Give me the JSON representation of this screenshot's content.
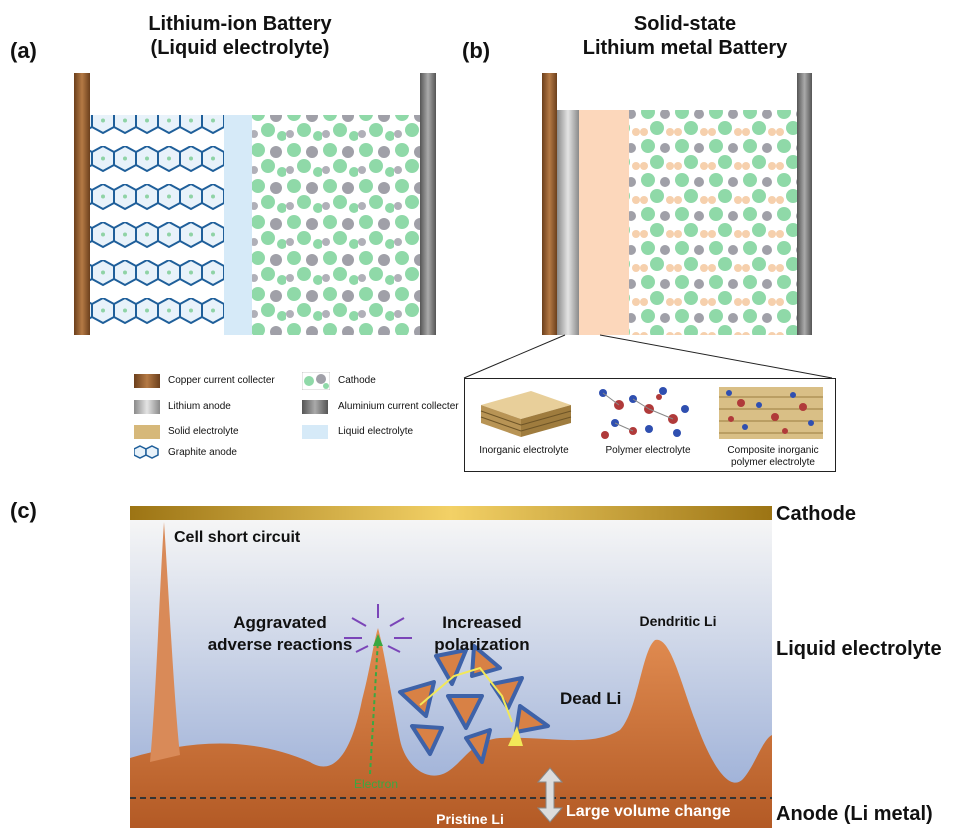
{
  "panel_a": {
    "label": "(a)",
    "title_line1": "Lithium-ion Battery",
    "title_line2": "(Liquid electrolyte)"
  },
  "panel_b": {
    "label": "(b)",
    "title_line1": "Solid-state",
    "title_line2": "Lithium metal Battery",
    "inset_items": [
      {
        "label": "Inorganic electrolyte"
      },
      {
        "label": "Polymer electrolyte"
      },
      {
        "label": "Composite inorganic\npolymer electrolyte"
      }
    ]
  },
  "legend": {
    "items": [
      {
        "label": "Copper current collecter",
        "icon": "copper-swatch"
      },
      {
        "label": "Lithium anode",
        "icon": "lithium-swatch"
      },
      {
        "label": "Solid electrolyte",
        "icon": "solid-electrolyte-swatch"
      },
      {
        "label": "Graphite anode",
        "icon": "graphite-swatch"
      },
      {
        "label": "Cathode",
        "icon": "cathode-swatch"
      },
      {
        "label": "Aluminium current collecter",
        "icon": "aluminium-swatch"
      },
      {
        "label": "Liquid electrolyte",
        "icon": "liquid-electrolyte-swatch"
      }
    ]
  },
  "panel_c": {
    "label": "(c)",
    "side_labels": {
      "cathode": "Cathode",
      "liquid": "Liquid electrolyte",
      "anode": "Anode (Li metal)"
    },
    "annotations": {
      "short_circuit": "Cell short circuit",
      "aggravated_1": "Aggravated",
      "aggravated_2": "adverse reactions",
      "increased_1": "Increased",
      "increased_2": "polarization",
      "dendritic": "Dendritic Li",
      "dead": "Dead Li",
      "electron": "Electron",
      "volume": "Large volume change",
      "pristine": "Pristine Li"
    },
    "colors": {
      "li_metal": "#c86a32",
      "electrolyte_top": "#f4f4f4",
      "electrolyte_bottom": "#94a9d6",
      "cathode": "#c0941c",
      "arrow": "#7b45b8",
      "electron": "#3aa842",
      "dead_li_outline": "#3e62a8"
    }
  }
}
